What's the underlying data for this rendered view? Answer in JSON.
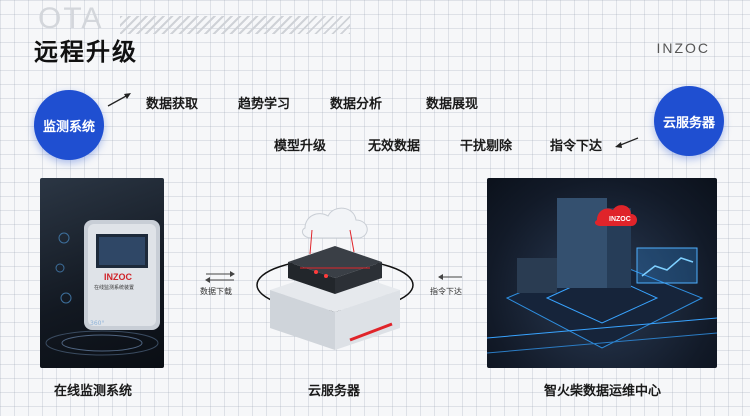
{
  "header": {
    "watermark": "OTA",
    "title": "远程升级",
    "brand": "INZOC"
  },
  "left_node": {
    "label": "监测系统"
  },
  "right_node": {
    "label": "云服务器"
  },
  "top_row": [
    "数据获取",
    "趋势学习",
    "数据分析",
    "数据展现"
  ],
  "second_row": [
    "模型升级",
    "无效数据",
    "干扰剔除",
    "指令下达"
  ],
  "panels": {
    "left": {
      "caption": "在线监测系统",
      "device_brand": "INZOC",
      "device_subtitle": "在线监测系统装置",
      "badge": "360°"
    },
    "middle": {
      "caption": "云服务器"
    },
    "right": {
      "caption": "智火柴数据运维中心",
      "badge": "INZOC"
    }
  },
  "flows": {
    "left_arrow_label": "数据下载",
    "right_arrow_label": "指令下达"
  },
  "colors": {
    "accent_blue": "#1f4fd1",
    "server_red": "#e0242a"
  }
}
